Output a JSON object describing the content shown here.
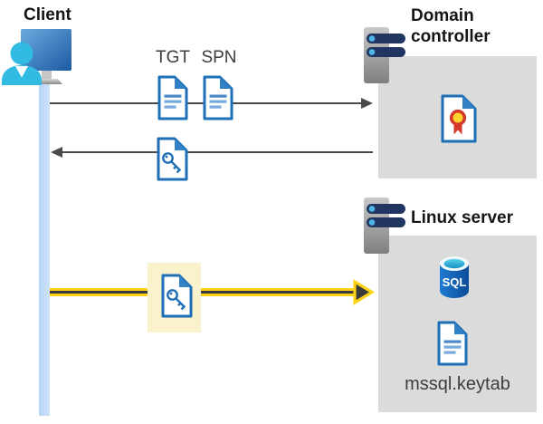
{
  "labels": {
    "client": "Client",
    "tgt": "TGT",
    "spn": "SPN",
    "domain_controller": "Domain controller",
    "linux_server": "Linux server",
    "sql": "SQL",
    "keytab": "mssql.keytab"
  },
  "nodes": [
    {
      "id": "client",
      "label": "Client",
      "icon": "client-workstation-icon"
    },
    {
      "id": "domain-controller",
      "label": "Domain controller",
      "icon": "server-icon",
      "contains": [
        "certificate-document-icon"
      ]
    },
    {
      "id": "linux-server",
      "label": "Linux server",
      "icon": "server-icon",
      "contains": [
        "sql-database-icon",
        "keytab-document-icon"
      ],
      "file": "mssql.keytab"
    }
  ],
  "flows": [
    {
      "from": "client",
      "to": "domain-controller",
      "direction": "right",
      "style": "thin-gray",
      "items": [
        "TGT",
        "SPN"
      ],
      "item_icons": [
        "document-icon",
        "document-icon"
      ]
    },
    {
      "from": "domain-controller",
      "to": "client",
      "direction": "left",
      "style": "thin-gray",
      "items": [],
      "item_icons": [
        "key-ticket-document-icon"
      ]
    },
    {
      "from": "client",
      "to": "linux-server",
      "direction": "right",
      "style": "thick-yellow-highlighted",
      "items": [],
      "item_icons": [
        "key-ticket-document-icon"
      ],
      "highlighted": true
    }
  ],
  "colors": {
    "icon_blue": "#1e6fb7",
    "icon_blue_fill": "#3181c4",
    "doc_line_dark": "#4c89c8",
    "doc_line_light": "#78abdd",
    "person_cyan": "#31bbe2",
    "arrow_gray": "#4a4a4a",
    "arrow_yellow": "#fdd116",
    "highlight_cream": "#faf2cd",
    "box_gray": "#dbdbdb",
    "client_bar_blue": "#c3dcf7",
    "server_pill_navy": "#20355f",
    "server_pill_dot": "#4db7ea",
    "cert_ribbon_yellow": "#ffd42c",
    "cert_ribbon_red": "#d4382b",
    "sql_body_blue": "#1d7ad1",
    "sql_top_cyan": "#53cdec"
  }
}
